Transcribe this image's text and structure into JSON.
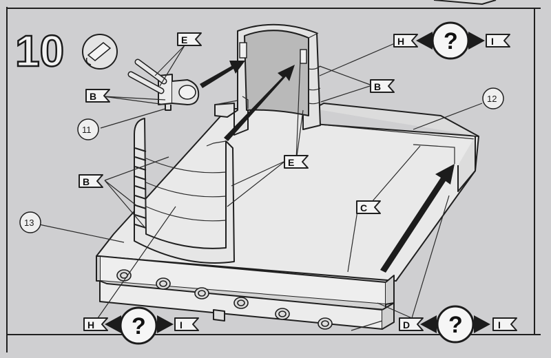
{
  "step": {
    "number": "10",
    "glue_icon": "glue-tube-icon"
  },
  "parts": {
    "p11": "11",
    "p12": "12",
    "p13": "13"
  },
  "flags": {
    "E": "E",
    "B": "B",
    "C": "C",
    "H": "H",
    "I": "I",
    "D": "D"
  },
  "options": {
    "question_mark": "?"
  },
  "colors": {
    "page": "#cfcfd1",
    "part_fill": "#e6e6e6",
    "shade": "#b4b4b4",
    "ink": "#1f1f1f"
  }
}
